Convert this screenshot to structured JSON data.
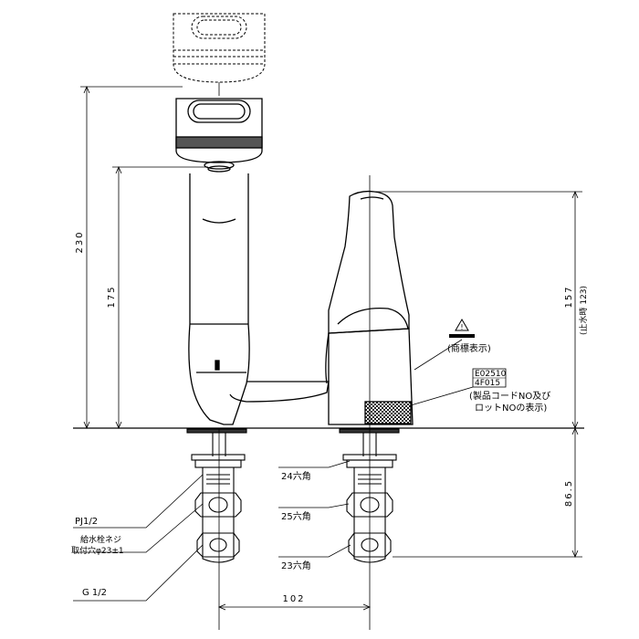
{
  "dimensions": {
    "overall_height": "230",
    "spout_height": "175",
    "lever_height": "157",
    "lever_height_closed": "(止水時 123)",
    "below_deck": "86.5",
    "centre_distance": "102"
  },
  "callouts": {
    "trademark": "(商標表示)",
    "code_line1": "E02510",
    "code_line2": "4F015",
    "code_note_line1": "(製品コードNO及び",
    "code_note_line2": "ロットNOの表示)",
    "hex24": "24六角",
    "hex25": "25六角",
    "hex23": "23六角",
    "pj": "PJ1/2",
    "supply_thread": "給水栓ネジ",
    "mount_hole": "取付穴φ23±1",
    "g_thread": "G 1/2"
  },
  "colors": {
    "line": "#000000",
    "fill_dark": "#333333",
    "fill_mid": "#777777"
  }
}
